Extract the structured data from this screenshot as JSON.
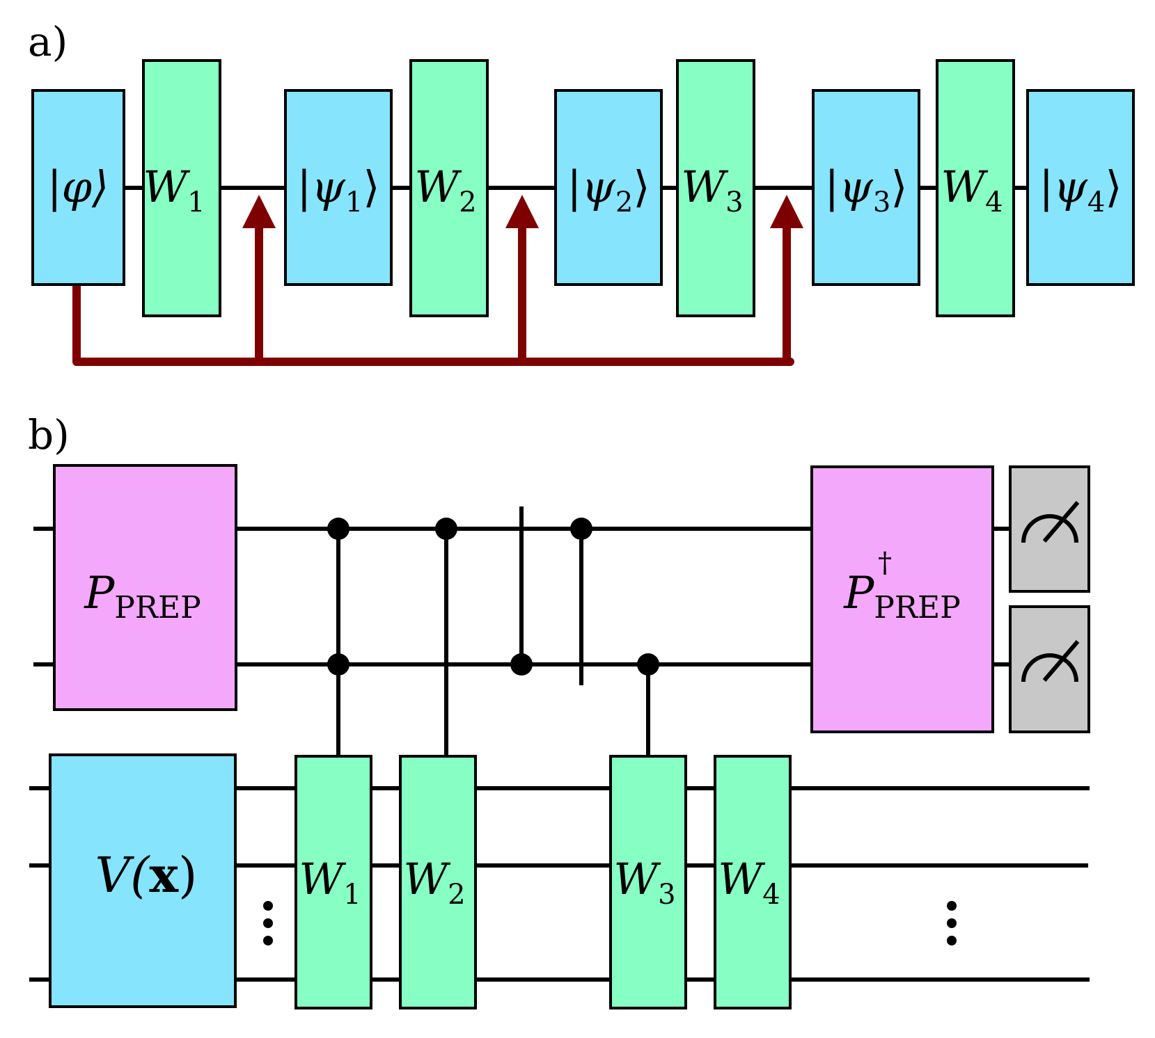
{
  "panels": {
    "a": "a)",
    "b": "b)"
  },
  "colors": {
    "state": "#86E5FD",
    "weight": "#86FEC4",
    "prep": "#F4A8FC",
    "measure": "#C8C8C8",
    "feedback": "#7F0000"
  },
  "panel_a": {
    "state_phi": {
      "main": "|φ⟩",
      "sub": ""
    },
    "weights": [
      {
        "main": "W",
        "sub": "1"
      },
      {
        "main": "W",
        "sub": "2"
      },
      {
        "main": "W",
        "sub": "3"
      },
      {
        "main": "W",
        "sub": "4"
      }
    ],
    "states": [
      {
        "left": "|ψ",
        "sub": "1",
        "right": "⟩"
      },
      {
        "left": "|ψ",
        "sub": "2",
        "right": "⟩"
      },
      {
        "left": "|ψ",
        "sub": "3",
        "right": "⟩"
      },
      {
        "left": "|ψ",
        "sub": "4",
        "right": "⟩"
      }
    ]
  },
  "panel_b": {
    "prep": {
      "main": "P",
      "sub": "PREP"
    },
    "prep_dagger": {
      "main": "P",
      "sub": "PREP",
      "sup": "†"
    },
    "data_encoder": {
      "prefix": "V(",
      "arg": "x",
      "suffix": ")"
    },
    "weights": [
      {
        "main": "W",
        "sub": "1"
      },
      {
        "main": "W",
        "sub": "2"
      },
      {
        "main": "W",
        "sub": "3"
      },
      {
        "main": "W",
        "sub": "4"
      }
    ],
    "measurements": [
      "meter-icon",
      "meter-icon"
    ]
  }
}
